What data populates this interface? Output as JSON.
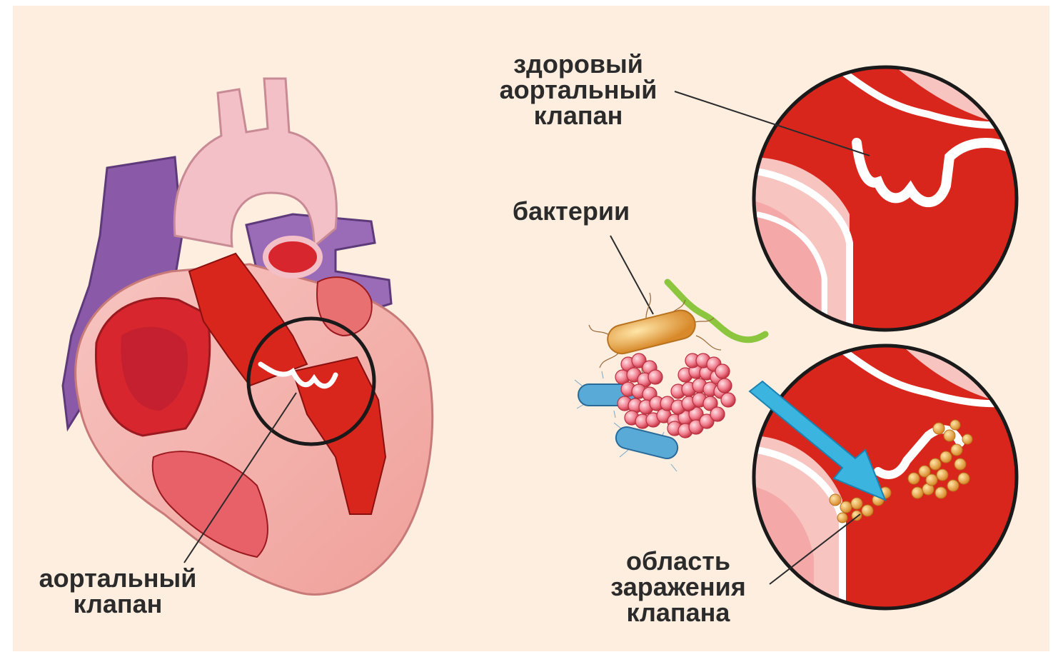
{
  "labels": {
    "healthy_valve": {
      "line1": "здоровый",
      "line2": "аортальный",
      "line3": "клапан"
    },
    "bacteria": "бактерии",
    "aortic_valve": {
      "line1": "аортальный",
      "line2": "клапан"
    },
    "infection_area": {
      "line1": "область",
      "line2": "заражения",
      "line3": "клапана"
    }
  },
  "colors": {
    "background": "#fdeee0",
    "blood_red": "#d8261c",
    "tissue_pink": "#f2a9a4",
    "aorta_pink": "#f4c0c8",
    "vein_purple": "#8a5aa8",
    "bacteria_orange": "#e8a23a",
    "bacteria_blue": "#5aaad8",
    "bacteria_green": "#8cc63f",
    "arrow_blue": "#3cb4e0",
    "text": "#2b2b2b"
  }
}
